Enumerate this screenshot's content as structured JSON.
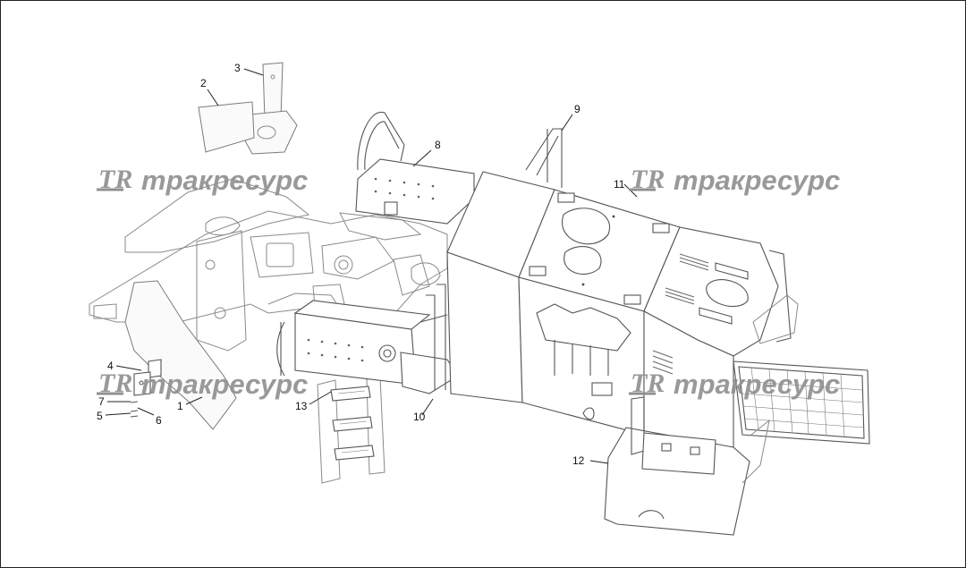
{
  "watermark": {
    "mark": "TR",
    "text": "тракресурс"
  },
  "callouts": [
    "1",
    "2",
    "3",
    "4",
    "5",
    "6",
    "7",
    "8",
    "9",
    "10",
    "11",
    "12",
    "13"
  ],
  "colors": {
    "line": "#555555",
    "watermark": "#8f8f8f",
    "label": "#111111"
  }
}
